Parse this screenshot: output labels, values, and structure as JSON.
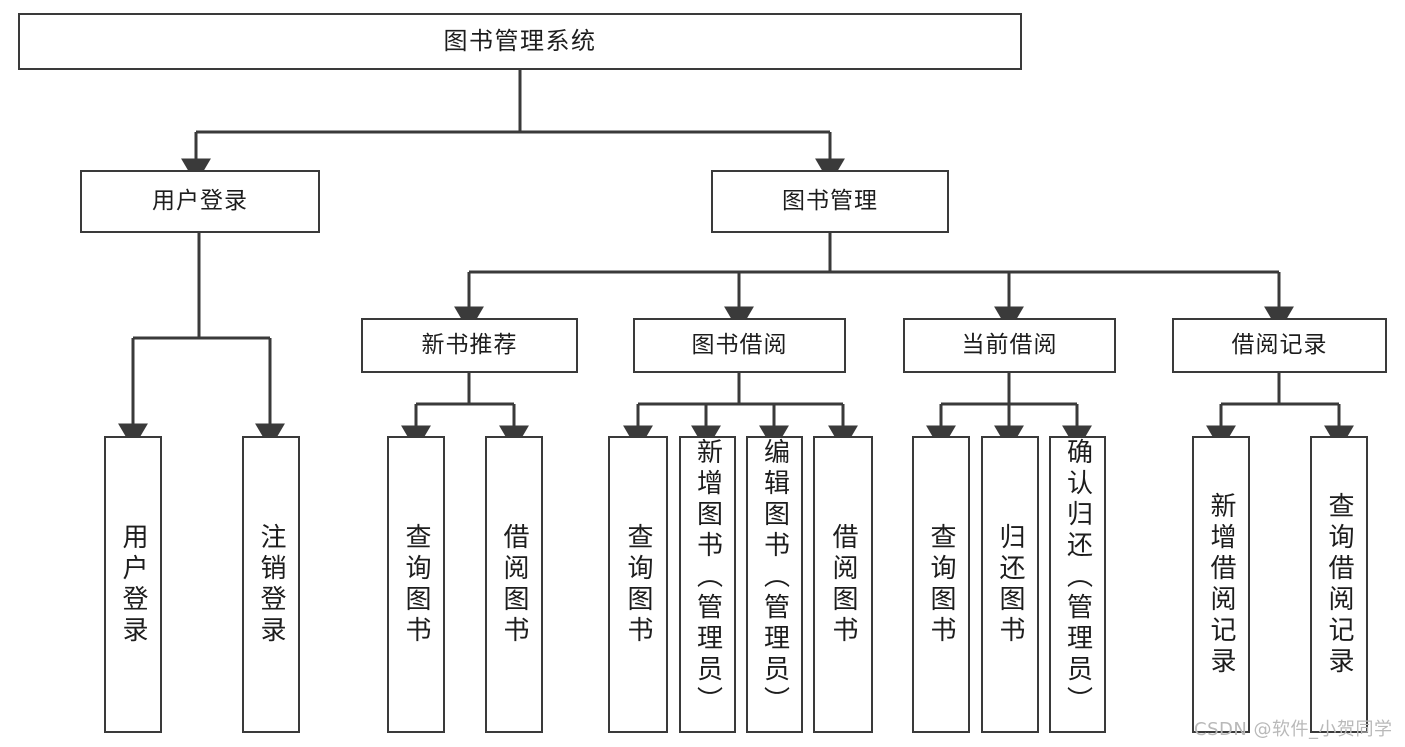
{
  "diagram": {
    "title": "图书管理系统",
    "type": "tree-structure-diagram",
    "colors": {
      "stroke": "#3a3a3a",
      "fill": "#ffffff",
      "text": "#1d1d1d",
      "watermark": "#b9b9b9"
    },
    "root": {
      "label": "图书管理系统"
    },
    "level1": [
      {
        "label": "用户登录"
      },
      {
        "label": "图书管理"
      }
    ],
    "level2": [
      {
        "label": "新书推荐"
      },
      {
        "label": "图书借阅"
      },
      {
        "label": "当前借阅"
      },
      {
        "label": "借阅记录"
      }
    ],
    "leaves": {
      "user_login": [
        {
          "label": "用户登录"
        },
        {
          "label": "注销登录"
        }
      ],
      "new_book_recommend": [
        {
          "label": "查询图书"
        },
        {
          "label": "借阅图书"
        }
      ],
      "book_borrow": [
        {
          "label": "查询图书"
        },
        {
          "label": "新增图书（管理员）"
        },
        {
          "label": "编辑图书（管理员）"
        },
        {
          "label": "借阅图书"
        }
      ],
      "current_borrow": [
        {
          "label": "查询图书"
        },
        {
          "label": "归还图书"
        },
        {
          "label": "确认归还（管理员）"
        }
      ],
      "borrow_record": [
        {
          "label": "新增借阅记录"
        },
        {
          "label": "查询借阅记录"
        }
      ]
    }
  },
  "watermark": {
    "text": "CSDN @软件_小贺同学"
  }
}
